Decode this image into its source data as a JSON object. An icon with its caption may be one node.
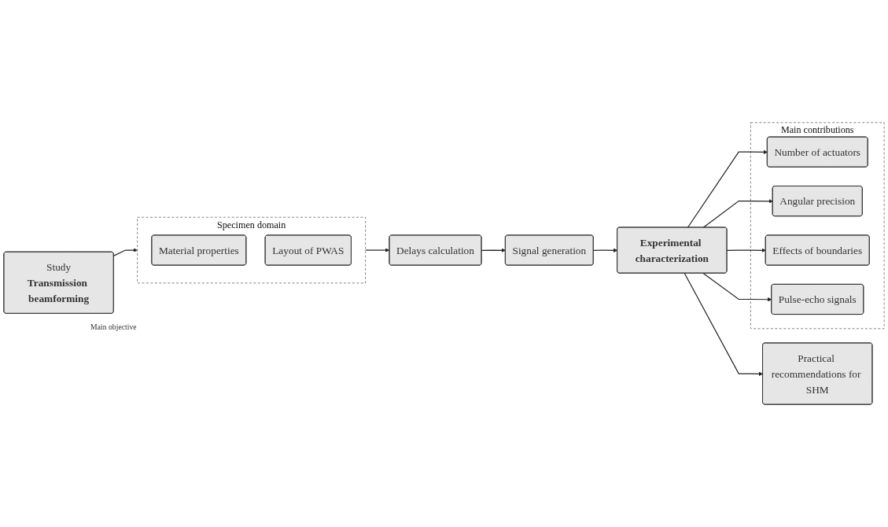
{
  "diagram": {
    "nodes": [
      {
        "text": [
          "Study",
          "Transmission beamforming"
        ],
        "beside": [
          "Main objective"
        ]
      },
      {
        "text": [
          "Specimen domain"
        ]
      },
      {
        "text": [
          "Material properties"
        ],
        "in": 1
      },
      {
        "text": [
          "Layout of PWAS"
        ],
        "in": 1
      },
      {
        "text": [
          "Delays calculation"
        ]
      },
      {
        "text": [
          "Signal generation"
        ]
      },
      {
        "text": [
          "Experimental characterization"
        ]
      },
      {
        "text": [
          "Practical recommendations for SHM"
        ]
      },
      {
        "text": [
          "Main contributions"
        ]
      },
      {
        "text": [
          "Number of actuators"
        ],
        "in": 8
      },
      {
        "text": [
          "Angular precision"
        ],
        "in": 8
      },
      {
        "text": [
          "Effects of boundaries"
        ],
        "in": 8
      },
      {
        "text": [
          "Pulse-echo signals"
        ],
        "in": 8
      }
    ],
    "edges": [
      {
        "from": 0,
        "to": 1,
        "arrow": "to"
      },
      {
        "from": 1,
        "to": 4,
        "arrow": "to"
      },
      {
        "from": 4,
        "to": 5,
        "arrow": "to"
      },
      {
        "from": 5,
        "to": 6,
        "arrow": "to"
      },
      {
        "from": 6,
        "to": 7,
        "arrow": "to"
      },
      {
        "from": 6,
        "to": 9,
        "arrow": "to"
      },
      {
        "from": 6,
        "to": 10,
        "arrow": "to"
      },
      {
        "from": 6,
        "to": 11,
        "arrow": "to"
      },
      {
        "from": 6,
        "to": 12,
        "arrow": "to"
      }
    ]
  }
}
